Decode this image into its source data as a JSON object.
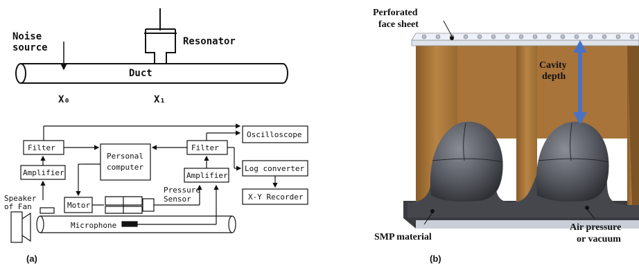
{
  "panel_a": {
    "caption": "(a)",
    "top": {
      "noise_source_line1": "Noise",
      "noise_source_line2": "source",
      "resonator": "Resonator",
      "duct": "Duct",
      "x0": "X₀",
      "x1": "X₁"
    },
    "blocks": {
      "filter_left": "Filter",
      "amplifier_left": "Amplifier",
      "computer_line1": "Personal",
      "computer_line2": "computer",
      "filter_right": "Filter",
      "amplifier_right": "Amplifier",
      "oscilloscope": "Oscilloscope",
      "log_converter": "Log converter",
      "xy_recorder": "X-Y Recorder",
      "motor": "Motor",
      "pressure_sensor_line1": "Pressure",
      "pressure_sensor_line2": "Sensor",
      "speaker_line1": "Speaker",
      "speaker_line2": "of Fan",
      "microphone": "Microphone"
    }
  },
  "panel_b": {
    "caption": "(b)",
    "perforated_line1": "Perforated",
    "perforated_line2": "face sheet",
    "cavity_line1": "Cavity",
    "cavity_line2": "depth",
    "smp": "SMP material",
    "air_line1": "Air pressure",
    "air_line2": "or vacuum"
  },
  "colors": {
    "wall": "#b07a3a",
    "wall_dark": "#7d5424",
    "bladder": "#4a4c52",
    "arrow": "#4a72c4",
    "face_sheet": "#e8ecf2"
  }
}
